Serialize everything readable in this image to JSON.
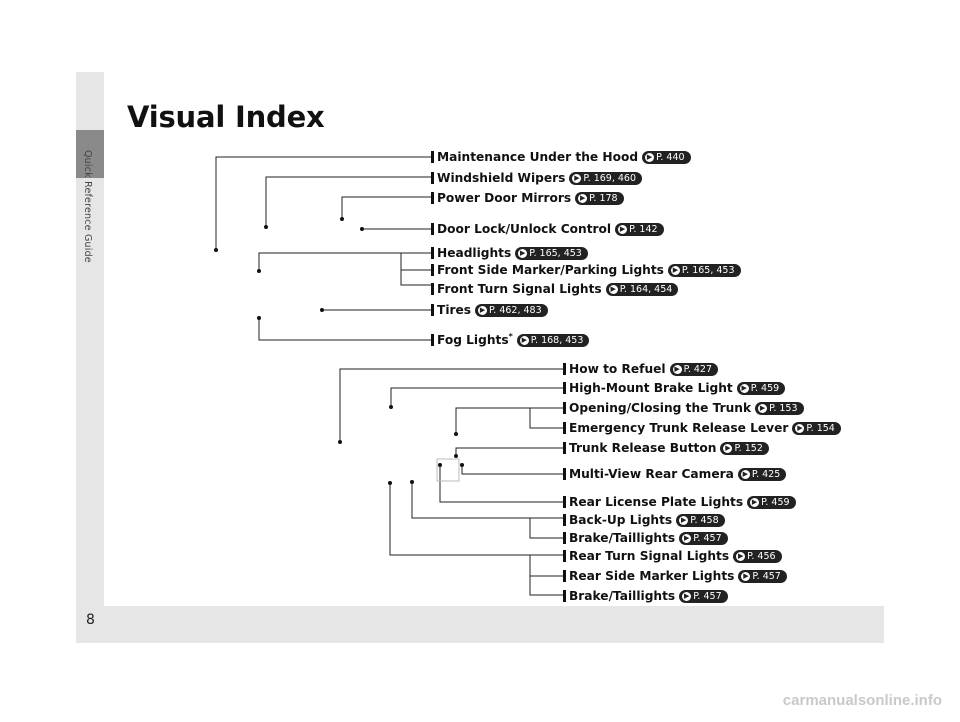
{
  "page": {
    "title": "Visual Index",
    "side_tab": "Quick Reference Guide",
    "page_number": "8",
    "footer_watermark": "carmanualsonline.info"
  },
  "items": [
    {
      "label": "Maintenance Under the Hood",
      "ref": "P. 440"
    },
    {
      "label": "Windshield Wipers",
      "ref": "P. 169, 460"
    },
    {
      "label": "Power Door Mirrors",
      "ref": "P. 178"
    },
    {
      "label": "Door Lock/Unlock Control",
      "ref": "P. 142"
    },
    {
      "label": "Headlights",
      "ref": "P. 165, 453"
    },
    {
      "label": "Front Side Marker/Parking Lights",
      "ref": "P. 165, 453"
    },
    {
      "label": "Front Turn Signal Lights",
      "ref": "P. 164, 454"
    },
    {
      "label": "Tires",
      "ref": "P. 462, 483"
    },
    {
      "label": "Fog Lights",
      "mark": "*",
      "ref": "P. 168, 453"
    },
    {
      "label": "How to Refuel",
      "ref": "P. 427"
    },
    {
      "label": "High-Mount Brake Light",
      "ref": "P. 459"
    },
    {
      "label": "Opening/Closing the Trunk",
      "ref": "P. 153"
    },
    {
      "label": "Emergency Trunk Release Lever",
      "ref": "P. 154"
    },
    {
      "label": "Trunk Release Button",
      "ref": "P. 152"
    },
    {
      "label": "Multi-View Rear Camera",
      "ref": "P. 425"
    },
    {
      "label": "Rear License Plate Lights",
      "ref": "P. 459"
    },
    {
      "label": "Back-Up Lights",
      "ref": "P. 458"
    },
    {
      "label": "Brake/Taillights",
      "ref": "P. 457"
    },
    {
      "label": "Rear Turn Signal Lights",
      "ref": "P. 456"
    },
    {
      "label": "Rear Side Marker Lights",
      "ref": "P. 457"
    },
    {
      "label": "Brake/Taillights",
      "ref": "P. 457"
    }
  ]
}
